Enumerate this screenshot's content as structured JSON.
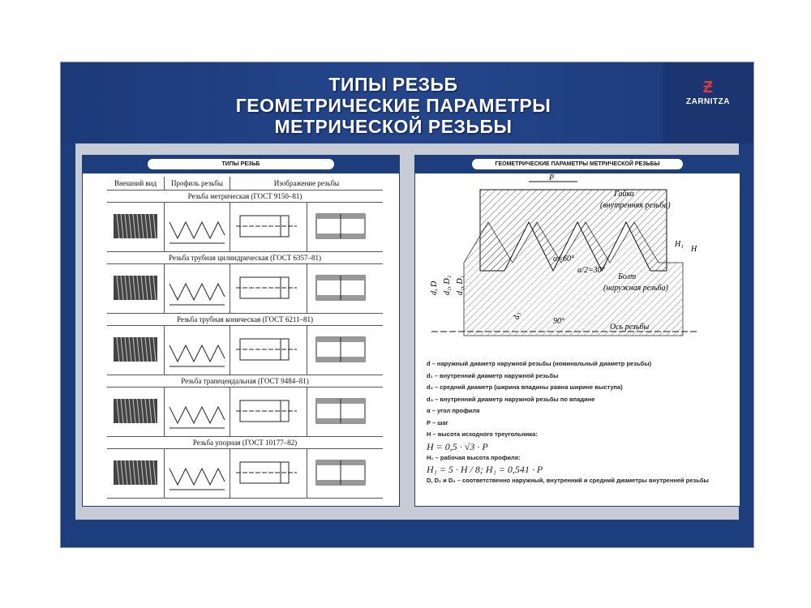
{
  "header": {
    "title_lines": [
      "ТИПЫ РЕЗЬБ",
      "ГЕОМЕТРИЧЕСКИЕ ПАРАМЕТРЫ",
      "МЕТРИЧЕСКОЙ РЕЗЬБЫ"
    ],
    "logo": "ZARNITZA"
  },
  "left": {
    "title": "ТИПЫ РЕЗЬБ",
    "columns": [
      "Внешний вид",
      "Профиль резьбы",
      "Изображение резьбы"
    ],
    "sections": [
      "Резьба метрическая (ГОСТ 9150–81)",
      "Резьба трубная цилиндрическая (ГОСТ 6357–81)",
      "Резьба трубная коническая (ГОСТ 6211–81)",
      "Резьба трапецеидальная (ГОСТ 9484–81)",
      "Резьба упорная (ГОСТ 10177–82)"
    ]
  },
  "right": {
    "title": "ГЕОМЕТРИЧЕСКИЕ ПАРАМЕТРЫ МЕТРИЧЕСКОЙ РЕЗЬБЫ",
    "diagram": {
      "p": "P",
      "nut": "Гайка",
      "nut_sub": "(внутренняя резьба)",
      "bolt": "Болт",
      "bolt_sub": "(наружная резьба)",
      "axis": "Ось резьбы",
      "alpha": "α=60°",
      "half": "α/2=30°",
      "angle90": "90°",
      "h1": "H₁",
      "h": "H",
      "d": "d, D",
      "d2": "d₂, D₂",
      "d1": "d₁, D₁",
      "d3": "d₃"
    },
    "legend": [
      "d – наружный диаметр наружной резьбы (номинальный диаметр резьбы)",
      "d₁ – внутренний диаметр наружной резьбы",
      "d₂ – средний диаметр (ширина впадины равна ширине выступа)",
      "d₃ – внутренний диаметр наружной резьбы по впадине",
      "α – угол профиля",
      "P – шаг",
      "H – высота исходного треугольника:",
      "H = 0,5 · √3 · P",
      "H₁ – рабочая высота профиля:",
      "H₁ = 5 · H / 8;  H₁ = 0,541 · P",
      "D, D₁ и D₂ – соответственно наружный, внутренний и средний диаметры внутренней резьбы"
    ]
  }
}
